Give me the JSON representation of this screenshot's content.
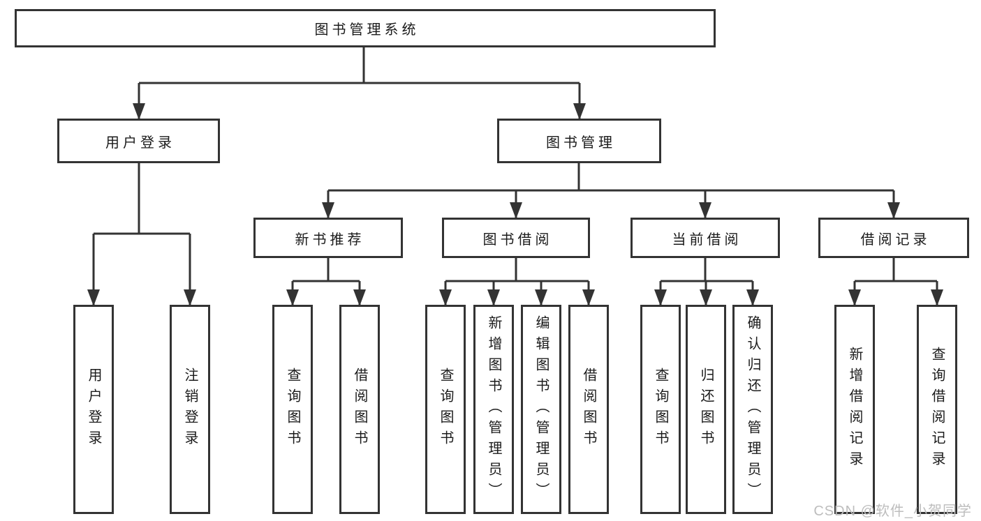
{
  "root": {
    "label": "图书管理系统"
  },
  "branches": [
    {
      "label": "用户登录",
      "leaves": [
        "用户登录",
        "注销登录"
      ]
    },
    {
      "label": "图书管理",
      "groups": [
        {
          "label": "新书推荐",
          "leaves": [
            "查询图书",
            "借阅图书"
          ]
        },
        {
          "label": "图书借阅",
          "leaves": [
            "查询图书",
            "新增图书（管理员）",
            "编辑图书（管理员）",
            "借阅图书"
          ]
        },
        {
          "label": "当前借阅",
          "leaves": [
            "查询图书",
            "归还图书",
            "确认归还（管理员）"
          ]
        },
        {
          "label": "借阅记录",
          "leaves": [
            "新增借阅记录",
            "查询借阅记录"
          ]
        }
      ]
    }
  ],
  "watermark": "CSDN @软件_小贺同学",
  "colors": {
    "line": "#333333",
    "text": "#1b1b1b",
    "background": "#ffffff",
    "watermark": "#bdbdbd"
  }
}
